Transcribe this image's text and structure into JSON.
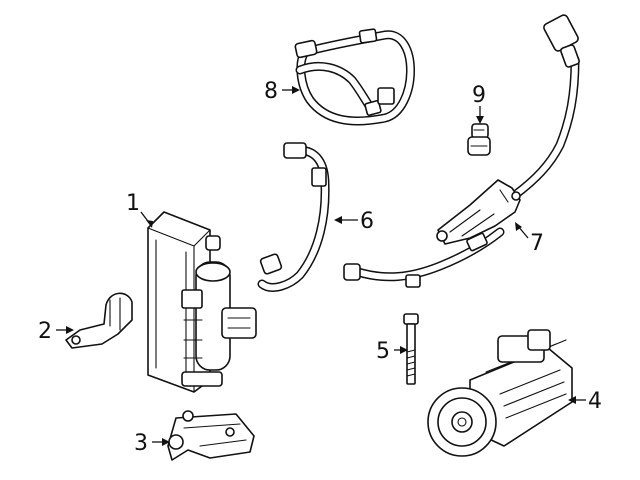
{
  "callouts": [
    {
      "id": "1",
      "text": "1",
      "part": "accumulator-drier"
    },
    {
      "id": "2",
      "text": "2",
      "part": "mounting-bracket"
    },
    {
      "id": "3",
      "text": "3",
      "part": "compressor-bracket"
    },
    {
      "id": "4",
      "text": "4",
      "part": "ac-compressor"
    },
    {
      "id": "5",
      "text": "5",
      "part": "bolt"
    },
    {
      "id": "6",
      "text": "6",
      "part": "refrigerant-line"
    },
    {
      "id": "7",
      "text": "7",
      "part": "hose-assembly"
    },
    {
      "id": "8",
      "text": "8",
      "part": "suction-hose"
    },
    {
      "id": "9",
      "text": "9",
      "part": "pressure-switch"
    }
  ]
}
